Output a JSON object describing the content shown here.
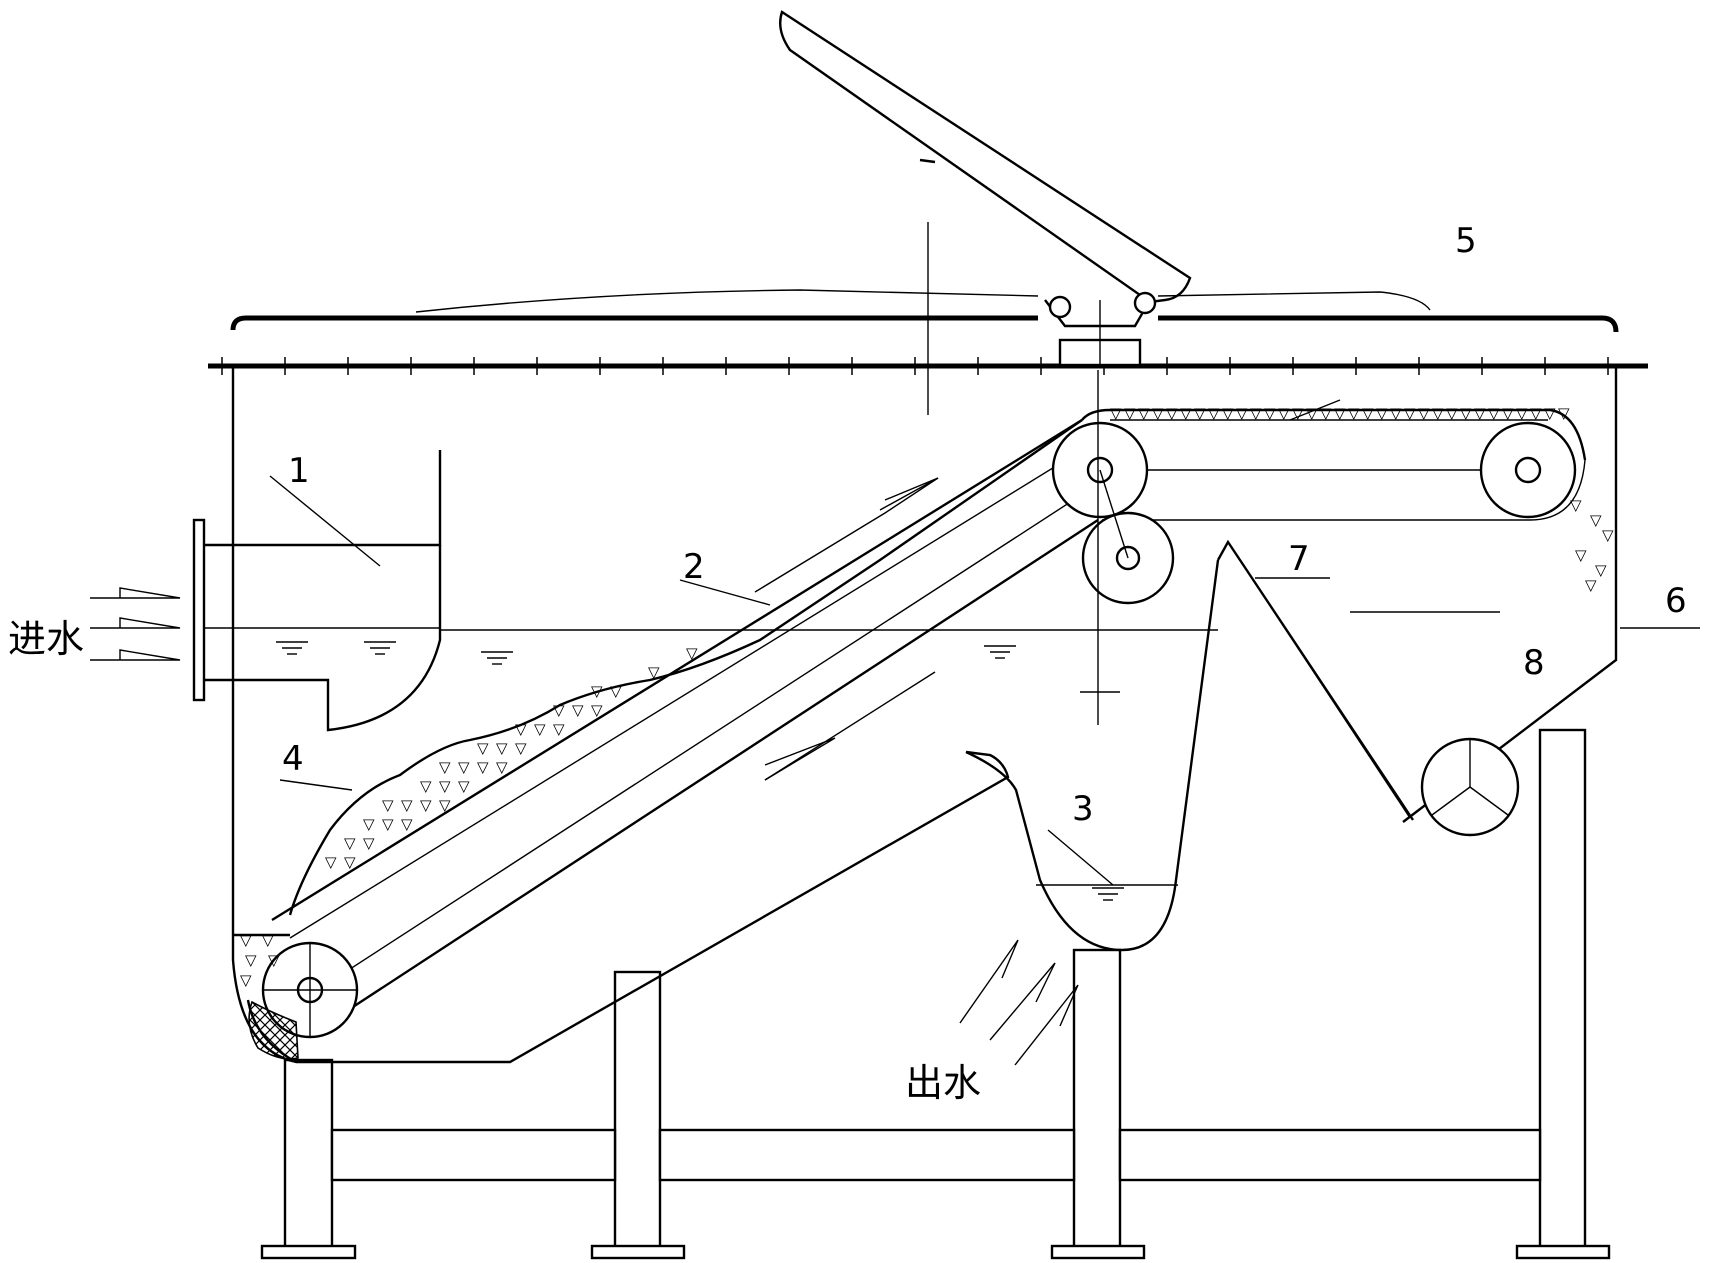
{
  "labels": {
    "inlet_water": "进水",
    "outlet_water": "出水",
    "l1": "1",
    "l2": "2",
    "l3": "3",
    "l4": "4",
    "l5": "5",
    "l6": "6",
    "l7": "7",
    "l8": "8"
  },
  "colors": {
    "line": "#000000",
    "background": "#ffffff"
  },
  "icons": {
    "sediment": "▽",
    "water_level": "water-level-symbol",
    "flow_arrow": "half-arrow"
  }
}
